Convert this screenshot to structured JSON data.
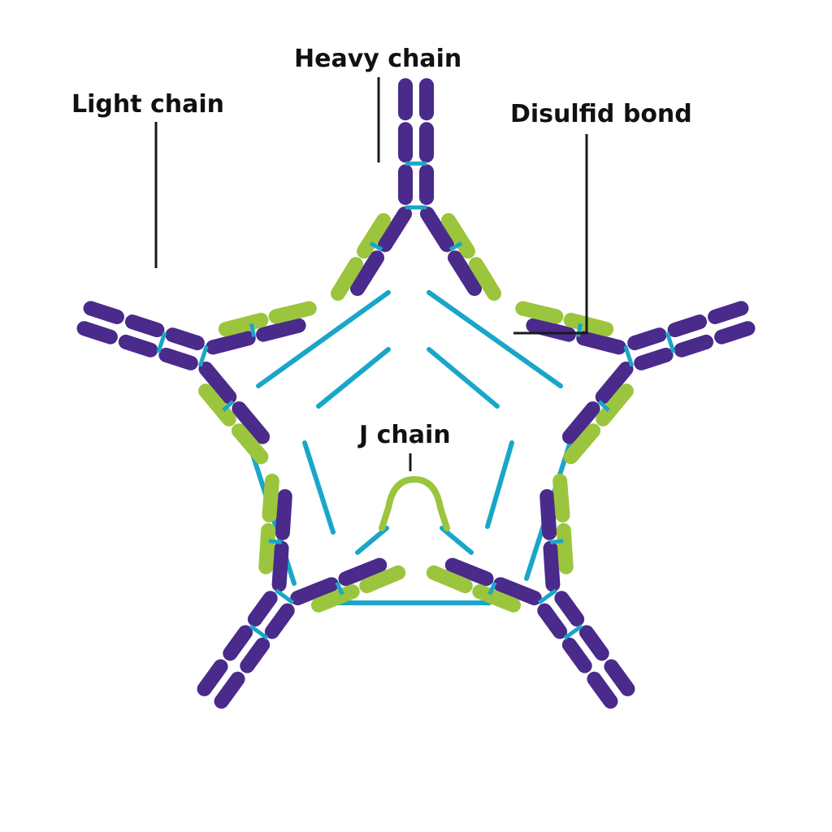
{
  "labels": {
    "light_chain": "Light chain",
    "heavy_chain": "Heavy chain",
    "disulfid_bond": "Disulfid bond",
    "j_chain": "J chain"
  },
  "colors": {
    "heavy": "#4a2a8a",
    "light": "#9bc53d",
    "bond": "#1aa6c8",
    "text": "#111111"
  },
  "structure": {
    "monomer_count": 5,
    "arrangement": "pentamer"
  }
}
